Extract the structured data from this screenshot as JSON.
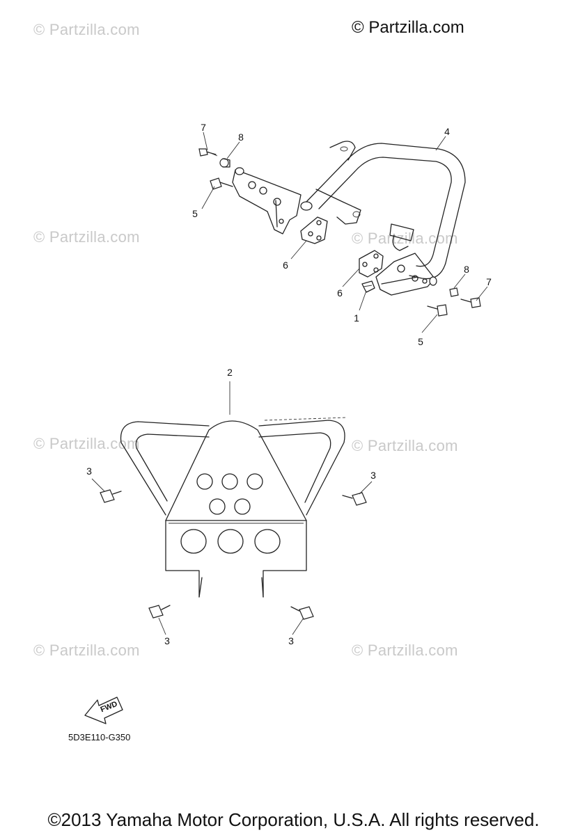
{
  "brand": "© Partzilla.com",
  "watermark": "© Partzilla.com",
  "diagram_code": "5D3E110-G350",
  "fwd_label": "FWD",
  "copyright": "©2013 Yamaha Motor Corporation, U.S.A. All rights reserved.",
  "callouts": [
    "7",
    "8",
    "4",
    "5",
    "6",
    "6",
    "1",
    "8",
    "7",
    "5",
    "2",
    "3",
    "3",
    "3",
    "3"
  ]
}
